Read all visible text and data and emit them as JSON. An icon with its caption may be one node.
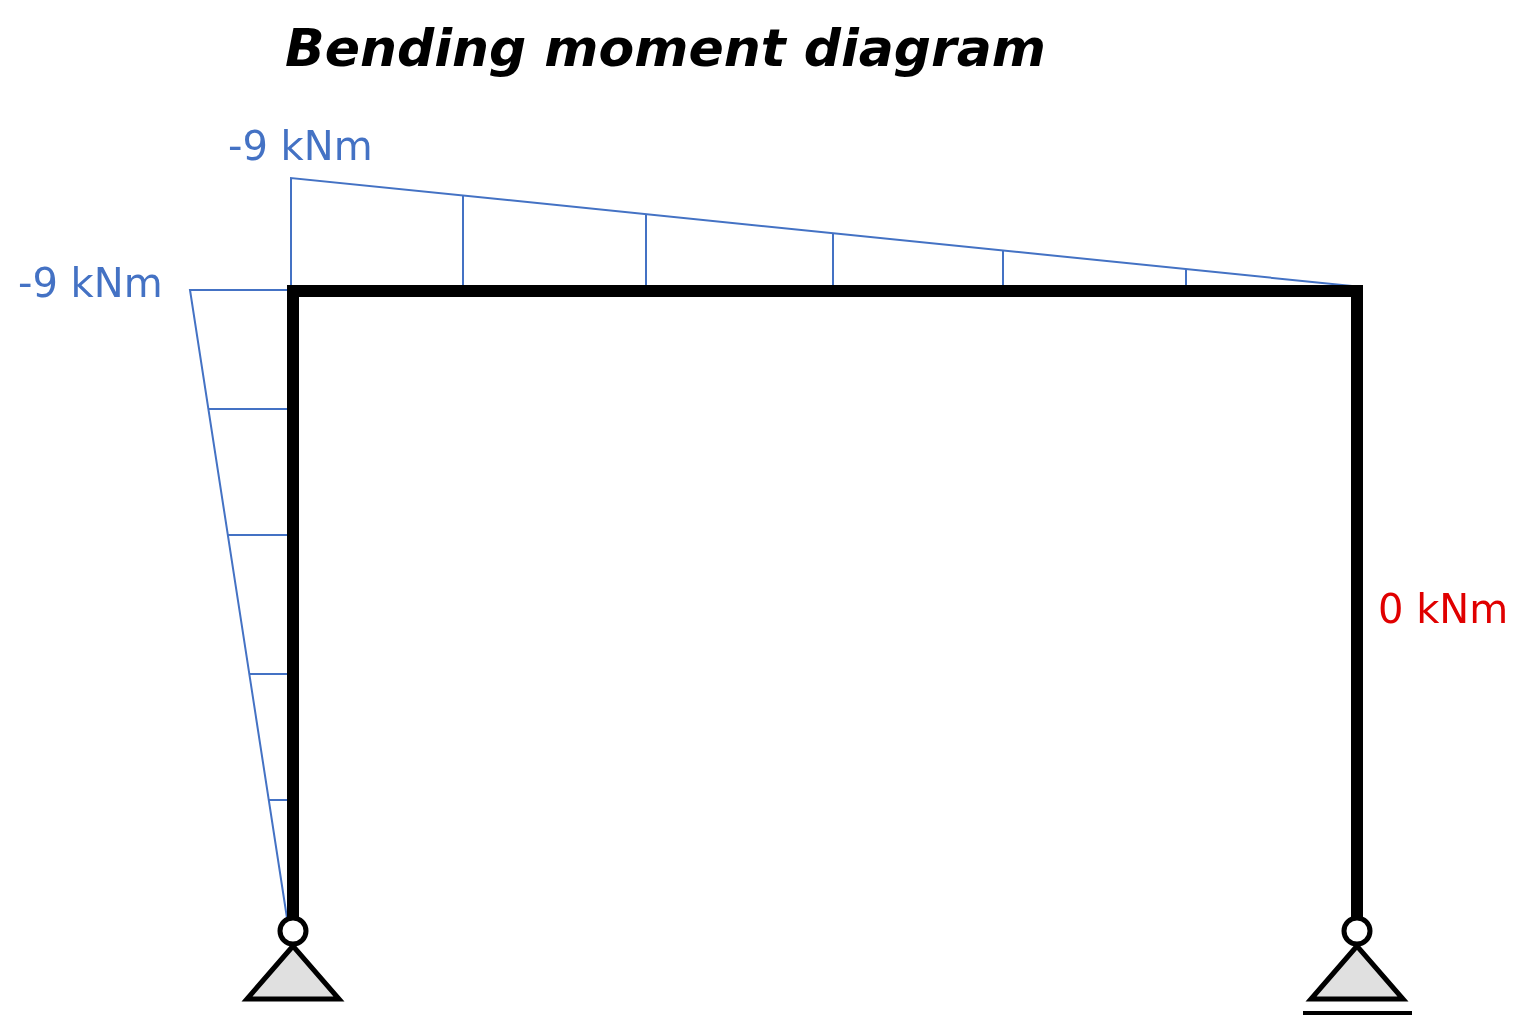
{
  "diagram": {
    "title": "Bending moment diagram",
    "labels": [
      "-9 kNm",
      "-9 kNm",
      "0 kNm"
    ]
  }
}
